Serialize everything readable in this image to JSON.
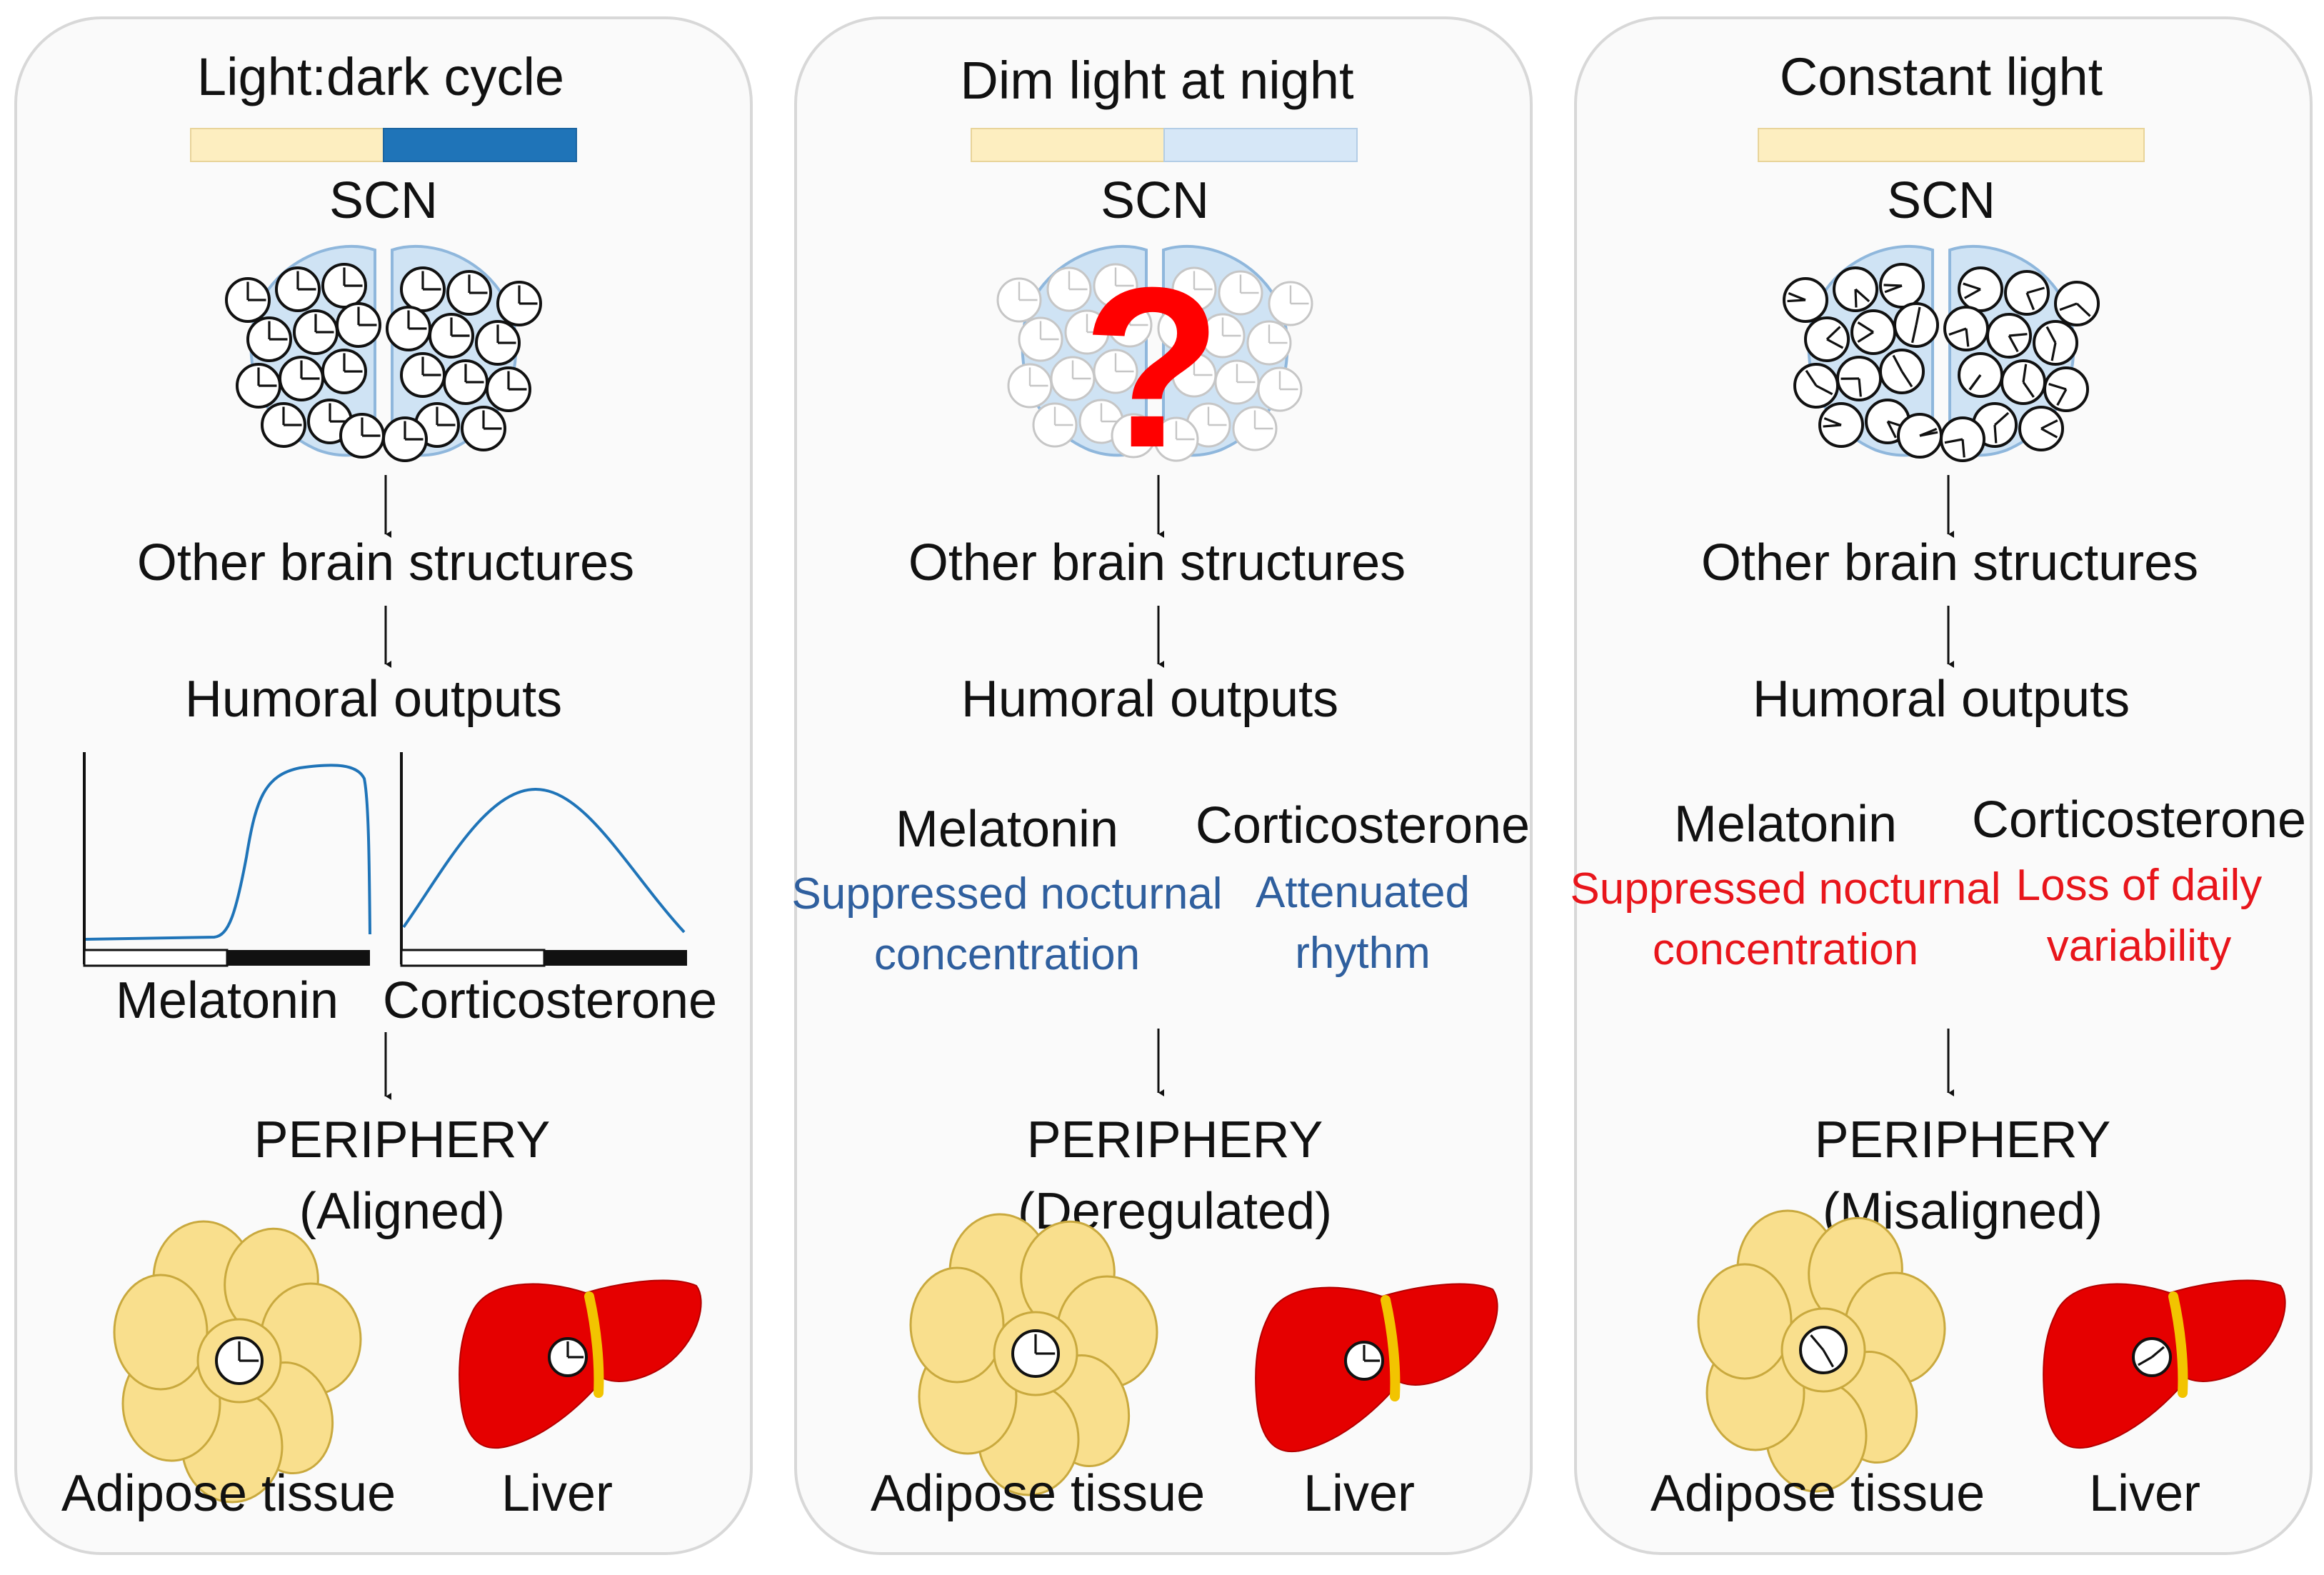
{
  "colors": {
    "light": "#fdeec0",
    "dark": "#1f74b8",
    "dim": "#d6e7f7",
    "scn_fill": "#cfe3f4",
    "scn_stroke": "#8fb7dc",
    "curve": "#1f74b8",
    "note_blue": "#2f5f9e",
    "note_red": "#e8151b",
    "adipose": "#f9df8d",
    "adipose_stroke": "#c9a93e",
    "liver": "#e50000",
    "gallbladder": "#f2c400"
  },
  "icons": [
    "scn-icon",
    "clock-icon",
    "question-mark-icon",
    "adipose-tissue-icon",
    "liver-icon",
    "arrow-down-icon"
  ],
  "panels": [
    {
      "title": "Light:dark cycle",
      "scn": "SCN",
      "brain": "Other brain structures",
      "humoral": "Humoral outputs",
      "melatonin": "Melatonin",
      "corticosterone": "Corticosterone",
      "periphery": "PERIPHERY",
      "state": "(Aligned)",
      "adipose": "Adipose tissue",
      "liver": "Liver"
    },
    {
      "title": "Dim light at night",
      "scn": "SCN",
      "question": "?",
      "brain": "Other brain structures",
      "humoral": "Humoral outputs",
      "melatonin": "Melatonin",
      "melatonin_note_1": "Suppressed nocturnal",
      "melatonin_note_2": "concentration",
      "corticosterone": "Corticosterone",
      "corticosterone_note_1": "Attenuated",
      "corticosterone_note_2": "rhythm",
      "periphery": "PERIPHERY",
      "state": "(Deregulated)",
      "adipose": "Adipose tissue",
      "liver": "Liver"
    },
    {
      "title": "Constant light",
      "scn": "SCN",
      "brain": "Other brain structures",
      "humoral": "Humoral outputs",
      "melatonin": "Melatonin",
      "melatonin_note_1": "Suppressed nocturnal",
      "melatonin_note_2": "concentration",
      "corticosterone": "Corticosterone",
      "corticosterone_note_1": "Loss of daily",
      "corticosterone_note_2": "variability",
      "periphery": "PERIPHERY",
      "state": "(Misaligned)",
      "adipose": "Adipose tissue",
      "liver": "Liver"
    }
  ]
}
